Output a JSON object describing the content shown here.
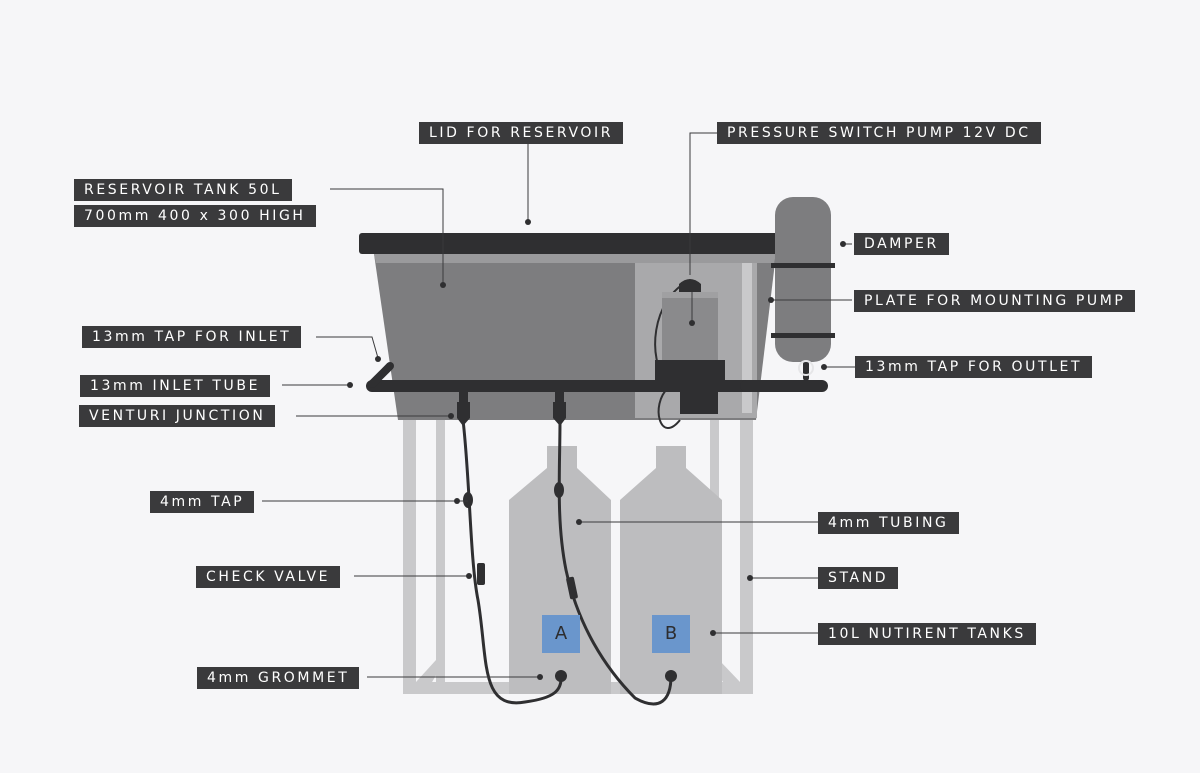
{
  "labels": {
    "lid": "LID FOR RESERVOIR",
    "pump": "PRESSURE SWITCH PUMP 12V DC",
    "reservoir": "RESERVOIR TANK 50L",
    "reservoir_size": "700mm  400 x 300 HIGH",
    "damper": "DAMPER",
    "plate": "PLATE FOR MOUNTING PUMP",
    "tap_inlet": "13mm TAP FOR INLET",
    "tap_outlet": "13mm TAP FOR OUTLET",
    "inlet_tube": "13mm INLET TUBE",
    "venturi": "VENTURI JUNCTION",
    "tap_4mm": "4mm TAP",
    "tubing": "4mm TUBING",
    "check_valve": "CHECK VALVE",
    "stand": "STAND",
    "nutrient_tanks": "10L NUTIRENT TANKS",
    "grommet": "4mm GROMMET"
  },
  "tanks": {
    "a": "A",
    "b": "B"
  },
  "colors": {
    "background": "#f6f6f8",
    "label_bg": "#3a3a3c",
    "tank_label": "#6a96cc",
    "dark_part": "#2f2f31",
    "reservoir": "#7d7d7f",
    "stand": "#c9c9cb",
    "nutrient_tank": "#bdbdbf"
  }
}
